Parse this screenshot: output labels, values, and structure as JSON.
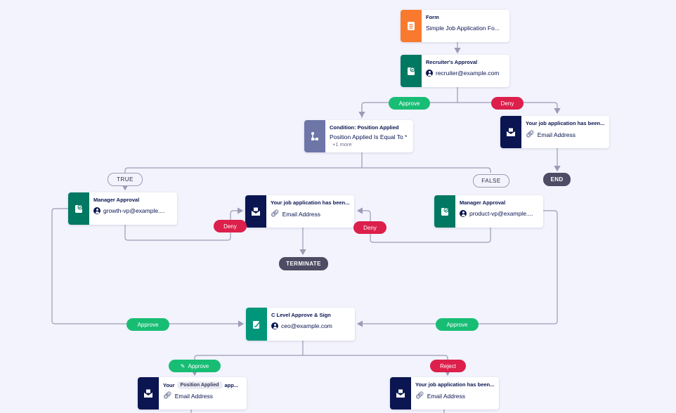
{
  "colors": {
    "form": "#f97a2e",
    "approval": "#007862",
    "sign": "#00967a",
    "condition": "#6e76a8",
    "email": "#0a1551",
    "approve": "#18bd74",
    "deny": "#dc1f4b",
    "end": "#4e4b64",
    "line": "#9b9cb6"
  },
  "nodes": {
    "form": {
      "title": "Form",
      "sub": "Simple Job Application Fo...",
      "icon": "form-icon"
    },
    "recruiter": {
      "title": "Recruiter's Approval",
      "sub": "recruiter@example.com",
      "icon": "approval-icon"
    },
    "condition": {
      "title": "Condition: Position Applied",
      "sub": "Position Applied Is Equal To *",
      "more": "+1 more",
      "icon": "condition-icon"
    },
    "email_deny": {
      "title": "Your job application has been...",
      "sub": "Email Address",
      "icon": "email-icon"
    },
    "manager_left": {
      "title": "Manager Approval",
      "sub": "growth-vp@example....",
      "icon": "approval-icon"
    },
    "email_mid": {
      "title": "Your job application has been...",
      "sub": "Email Address",
      "icon": "email-icon"
    },
    "manager_right": {
      "title": "Manager Approval",
      "sub": "product-vp@example....",
      "icon": "approval-icon"
    },
    "clevel": {
      "title": "C Level Approve & Sign",
      "sub": "ceo@example.com",
      "icon": "sign-icon"
    },
    "email_approve": {
      "title_pre": "Your",
      "title_tag": "Position Applied",
      "title_post": "app...",
      "sub": "Email Address",
      "icon": "email-icon"
    },
    "email_reject": {
      "title": "Your job application has been...",
      "sub": "Email Address",
      "icon": "email-icon"
    }
  },
  "labels": {
    "approve": "Approve",
    "deny": "Deny",
    "true": "TRUE",
    "false": "FALSE",
    "end": "END",
    "terminate": "TERMINATE",
    "reject": "Reject"
  }
}
